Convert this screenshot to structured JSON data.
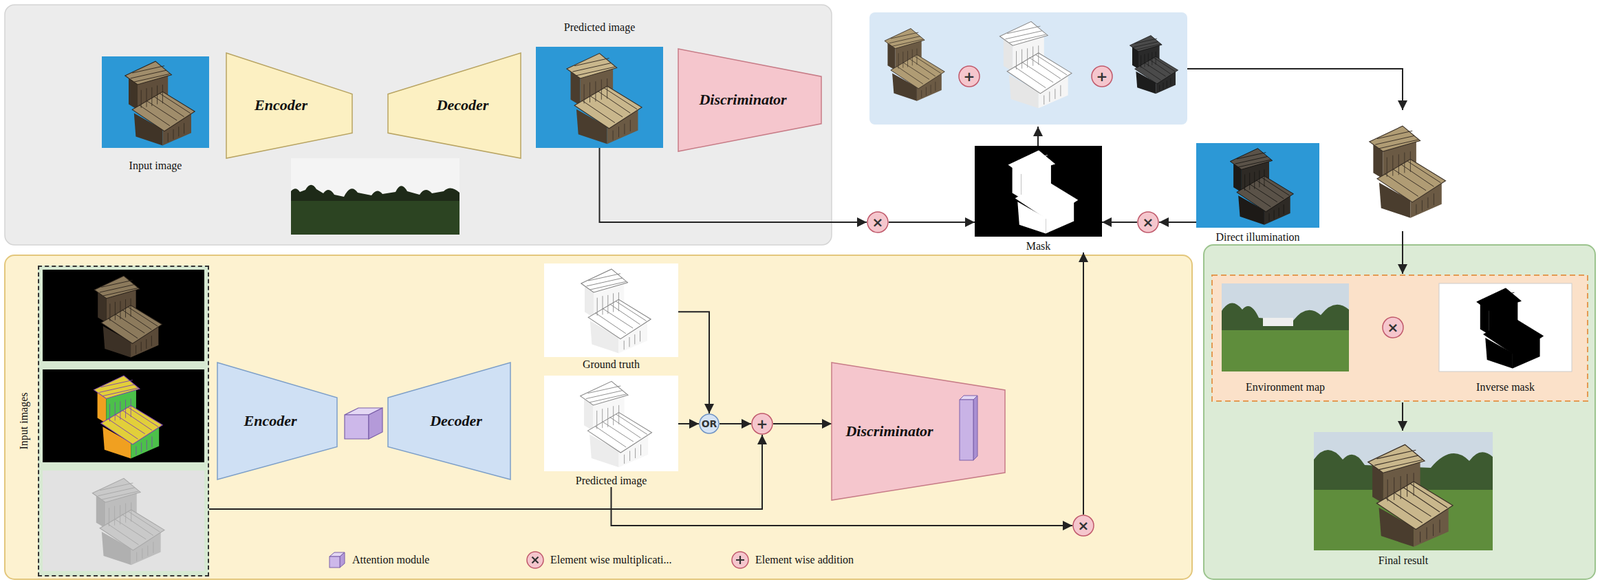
{
  "diagram": {
    "nodes": [
      {
        "text": [
          "Input image"
        ]
      },
      {
        "text": [
          "Encoder"
        ]
      },
      {
        "text": [
          "Decoder"
        ]
      },
      {
        "text": [
          "Predicted image"
        ]
      },
      {
        "text": [
          "Discriminator"
        ]
      },
      {
        "text": [
          "+"
        ]
      },
      {
        "text": [
          "+"
        ]
      },
      {
        "text": [
          "×"
        ]
      },
      {
        "text": [
          "Mask"
        ]
      },
      {
        "text": [
          "×"
        ]
      },
      {
        "text": [
          "Direct illumination"
        ]
      },
      {
        "text": [
          "Environment map"
        ]
      },
      {
        "text": [
          "×"
        ]
      },
      {
        "text": [
          "Inverse mask"
        ]
      },
      {
        "text": [
          "Input images"
        ]
      },
      {
        "text": [
          "Encoder"
        ]
      },
      {
        "text": [
          "Decoder"
        ]
      },
      {
        "text": [
          "Ground truth"
        ]
      },
      {
        "text": [
          "Predicted image"
        ]
      },
      {
        "text": [
          "OR"
        ]
      },
      {
        "text": [
          "+"
        ]
      },
      {
        "text": [
          "Discriminator"
        ]
      },
      {
        "text": [
          "×"
        ]
      },
      {
        "text": [
          "Final result"
        ]
      }
    ],
    "edges": [
      {
        "from": 3,
        "to": 7,
        "arrow": "to"
      },
      {
        "from": 7,
        "to": 8,
        "arrow": "to"
      },
      {
        "from": 10,
        "to": 9,
        "arrow": "to"
      },
      {
        "from": 9,
        "to": 8,
        "arrow": "to"
      },
      {
        "from": 17,
        "to": 19,
        "arrow": "to"
      },
      {
        "from": 18,
        "to": 19,
        "arrow": "to"
      },
      {
        "from": 19,
        "to": 20,
        "arrow": "to"
      },
      {
        "from": 14,
        "to": 20,
        "arrow": "to"
      },
      {
        "from": 20,
        "to": 21,
        "arrow": "to"
      },
      {
        "from": 18,
        "to": 22,
        "arrow": "to"
      },
      {
        "from": 22,
        "to": 8,
        "arrow": "to"
      }
    ],
    "legend": [
      {
        "text": "Attention module"
      },
      {
        "text": "Element wise multiplicati..."
      },
      {
        "text": "Element wise addition"
      }
    ]
  }
}
